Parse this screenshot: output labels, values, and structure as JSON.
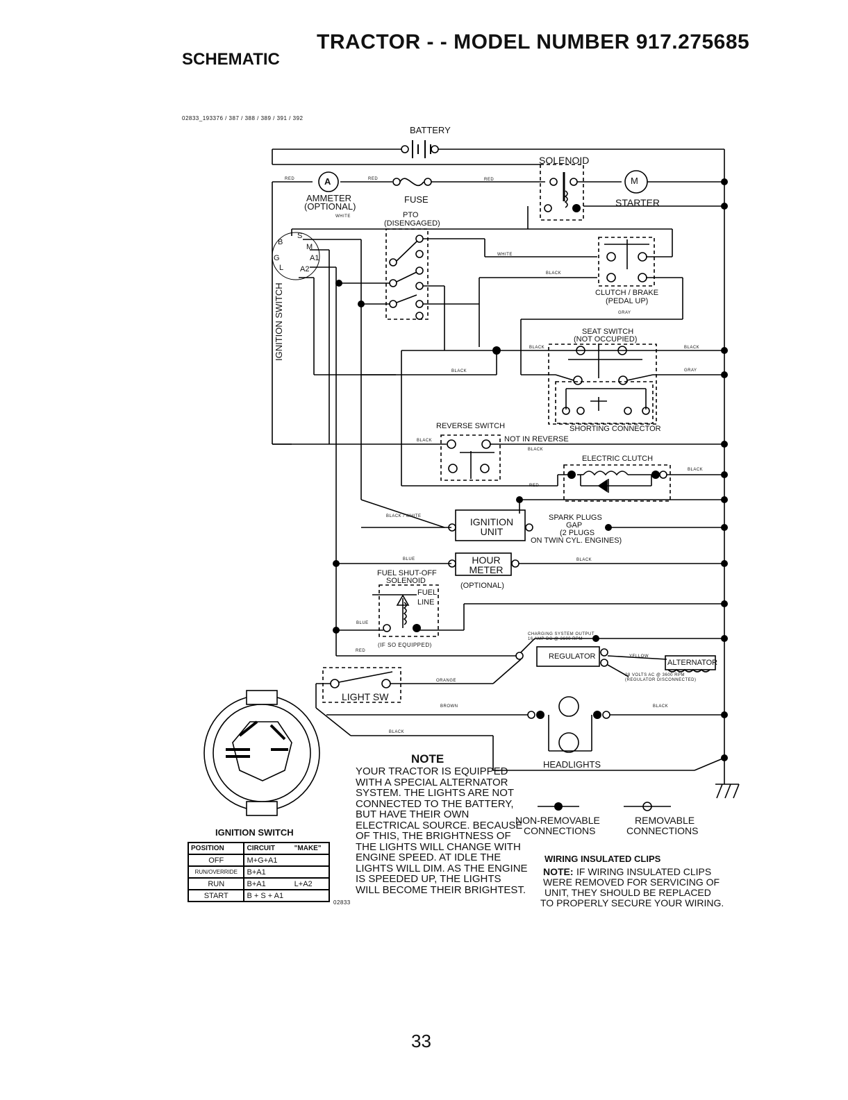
{
  "header": {
    "title": "TRACTOR - - MODEL NUMBER 917.275685",
    "section": "SCHEMATIC",
    "part_ref": "02833_193376 / 387 / 388 / 389 / 391 / 392"
  },
  "components": {
    "battery": "BATTERY",
    "solenoid": "SOLENOID",
    "ammeter_symbol": "A",
    "ammeter": "AMMETER",
    "ammeter_opt": "(OPTIONAL)",
    "fuse": "FUSE",
    "starter_symbol": "M",
    "starter": "STARTER",
    "pto": "PTO",
    "pto_state": "(DISENGAGED)",
    "clutch_brake": "CLUTCH / BRAKE",
    "clutch_brake_state": "(PEDAL UP)",
    "seat_switch": "SEAT SWITCH",
    "seat_switch_state": "(NOT OCCUPIED)",
    "shorting_connector": "SHORTING CONNECTOR",
    "reverse_switch": "REVERSE SWITCH",
    "not_in_reverse": "NOT IN REVERSE",
    "electric_clutch": "ELECTRIC CLUTCH",
    "ignition_unit": "IGNITION UNIT",
    "spark_plugs_1": "SPARK PLUGS",
    "spark_plugs_2": "GAP",
    "spark_plugs_3": "(2 PLUGS",
    "spark_plugs_4": "ON TWIN CYL. ENGINES)",
    "hour_meter": "HOUR METER",
    "hour_meter_opt": "(OPTIONAL)",
    "fuel_shutoff_1": "FUEL SHUT-OFF",
    "fuel_shutoff_2": "SOLENOID",
    "fuel_line_1": "FUEL",
    "fuel_line_2": "LINE",
    "if_so_equipped": "(IF SO EQUIPPED)",
    "charging_output_1": "CHARGING SYSTEM OUTPUT",
    "charging_output_2": "16 AMP DC @ 3600 RPM",
    "regulator": "REGULATOR",
    "alternator": "ALTERNATOR",
    "alternator_spec_1": "28 VOLTS AC @ 3600 RPM",
    "alternator_spec_2": "(REGULATOR DISCONNECTED)",
    "light_sw": "LIGHT SW",
    "headlights": "HEADLIGHTS",
    "ignition_switch_vertical": "IGNITION SWITCH"
  },
  "ignition_terminals": {
    "b": "B",
    "s": "S",
    "m": "M",
    "g": "G",
    "a1": "A1",
    "l": "L",
    "a2": "A2"
  },
  "wire_colors": {
    "red_1": "RED",
    "red_2": "RED",
    "red_3": "RED",
    "red_4": "RED",
    "red_5": "RED",
    "white_1": "WHITE",
    "white_2": "WHITE",
    "black_1": "BLACK",
    "black_2": "BLACK",
    "black_3": "BLACK",
    "black_4": "BLACK",
    "black_5": "BLACK",
    "black_6": "BLACK",
    "black_7": "BLACK",
    "black_8": "BLACK",
    "black_9": "BLACK",
    "black_10": "BLACK",
    "gray_1": "GRAY",
    "gray_2": "GRAY",
    "black_white": "BLACK / WHITE",
    "blue_1": "BLUE",
    "blue_2": "BLUE",
    "yellow": "YELLOW",
    "orange": "ORANGE",
    "brown": "BROWN"
  },
  "note": {
    "title": "NOTE",
    "text": "YOUR TRACTOR IS EQUIPPED WITH A SPECIAL ALTERNATOR SYSTEM. THE LIGHTS ARE NOT CONNECTED TO THE BATTERY, BUT HAVE THEIR OWN ELECTRICAL SOURCE. BECAUSE OF THIS, THE BRIGHTNESS OF THE LIGHTS WILL CHANGE WITH ENGINE SPEED. AT IDLE THE LIGHTS WILL DIM. AS THE ENGINE IS SPEEDED UP, THE LIGHTS WILL BECOME THEIR BRIGHTEST.",
    "ref": "02833"
  },
  "legend": {
    "non_removable_1": "NON-REMOVABLE",
    "non_removable_2": "CONNECTIONS",
    "removable_1": "REMOVABLE",
    "removable_2": "CONNECTIONS"
  },
  "clips": {
    "title": "WIRING INSULATED CLIPS",
    "note_label": "NOTE:",
    "line1": "IF WIRING INSULATED CLIPS",
    "line2": "WERE REMOVED FOR SERVICING OF",
    "line3": "UNIT, THEY SHOULD BE REPLACED",
    "line4": "TO PROPERLY SECURE YOUR WIRING."
  },
  "ignition_switch_table": {
    "title": "IGNITION SWITCH",
    "headers": [
      "POSITION",
      "CIRCUIT",
      "\"MAKE\""
    ],
    "rows": [
      {
        "position": "OFF",
        "circuit": "M+G+A1",
        "make": ""
      },
      {
        "position": "RUN/OVERRIDE",
        "circuit": "B+A1",
        "make": ""
      },
      {
        "position": "RUN",
        "circuit": "B+A1",
        "make": "L+A2"
      },
      {
        "position": "START",
        "circuit": "B + S + A1",
        "make": ""
      }
    ]
  },
  "page_number": "33"
}
